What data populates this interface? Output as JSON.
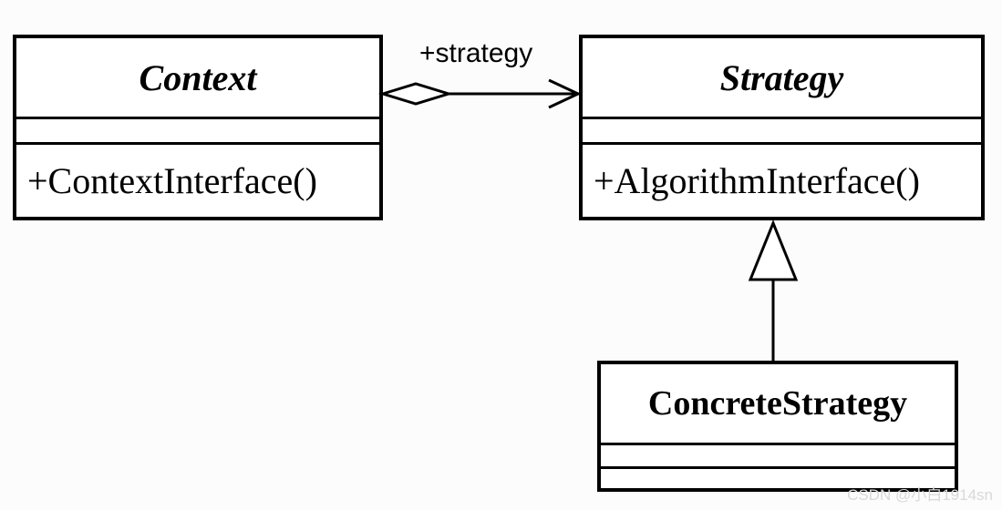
{
  "classes": {
    "context": {
      "name": "Context",
      "operation": "+ContextInterface()"
    },
    "strategy": {
      "name": "Strategy",
      "operation": "+AlgorithmInterface()"
    },
    "concrete_strategy": {
      "name": "ConcreteStrategy"
    }
  },
  "relations": {
    "aggregation": {
      "from": "Context",
      "to": "Strategy",
      "role": "+strategy"
    },
    "generalization": {
      "from": "ConcreteStrategy",
      "to": "Strategy"
    }
  },
  "watermark": "CSDN @小白1914sn"
}
